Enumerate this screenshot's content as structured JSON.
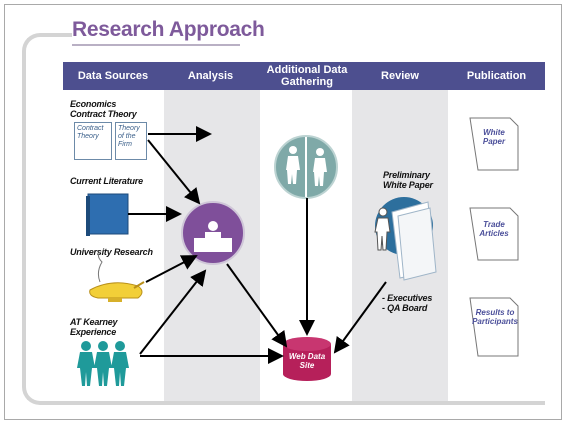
{
  "title": "Research Approach",
  "columns": [
    "Data Sources",
    "Analysis",
    "Additional Data Gathering",
    "Review",
    "Publication"
  ],
  "sources": {
    "economics": "Economics Contract Theory",
    "economics_box1": "Contract Theory",
    "economics_box2": "Theory of the Firm",
    "literature": "Current Literature",
    "university": "University Research",
    "experience": "AT Kearney Experience"
  },
  "review": {
    "paper_label": "Preliminary White Paper",
    "reviewers": "- Executives\n- QA Board"
  },
  "database": "Web Data Site",
  "publications": [
    "White Paper",
    "Trade Articles",
    "Results to Participants"
  ],
  "colors": {
    "header": "#4d4f8f",
    "title": "#7e5a9b",
    "analysis": "#7f4f9a",
    "gathering": "#7fa9a8",
    "review": "#2d6f9d",
    "database": "#b6205a",
    "people": "#1f9a9a"
  }
}
